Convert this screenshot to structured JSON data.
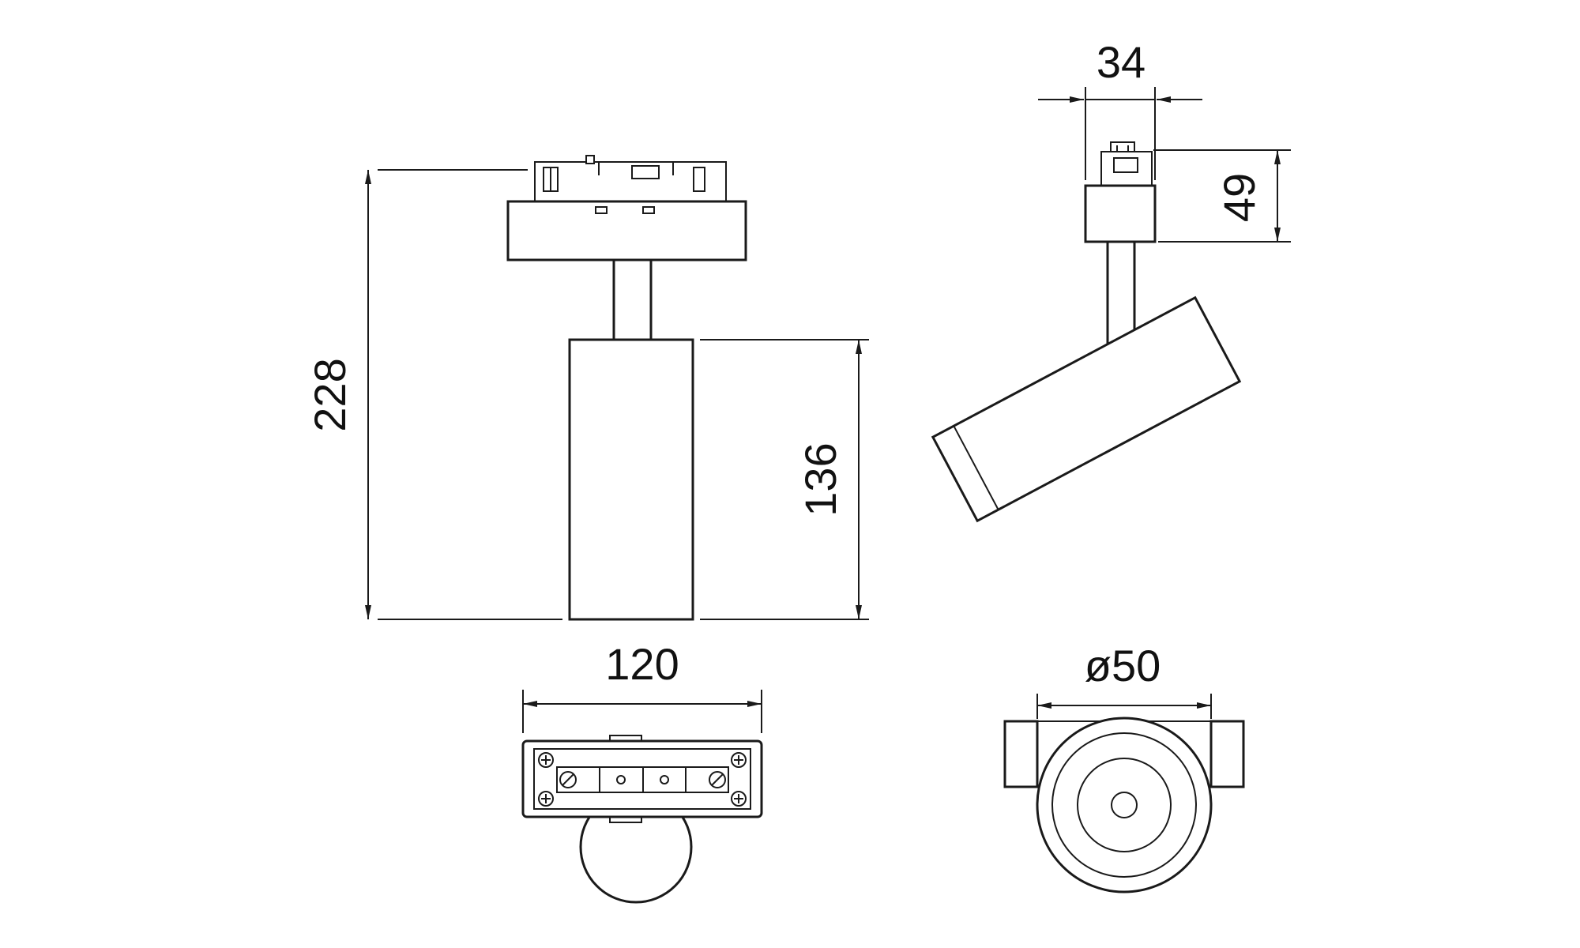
{
  "drawing": {
    "background": "#ffffff",
    "line_color": "#1a1a1a",
    "labels": {
      "overall_height": "228",
      "body_height": "136",
      "connector_width": "34",
      "adapter_height": "49",
      "base_width": "120",
      "head_diameter": "ø50"
    }
  }
}
